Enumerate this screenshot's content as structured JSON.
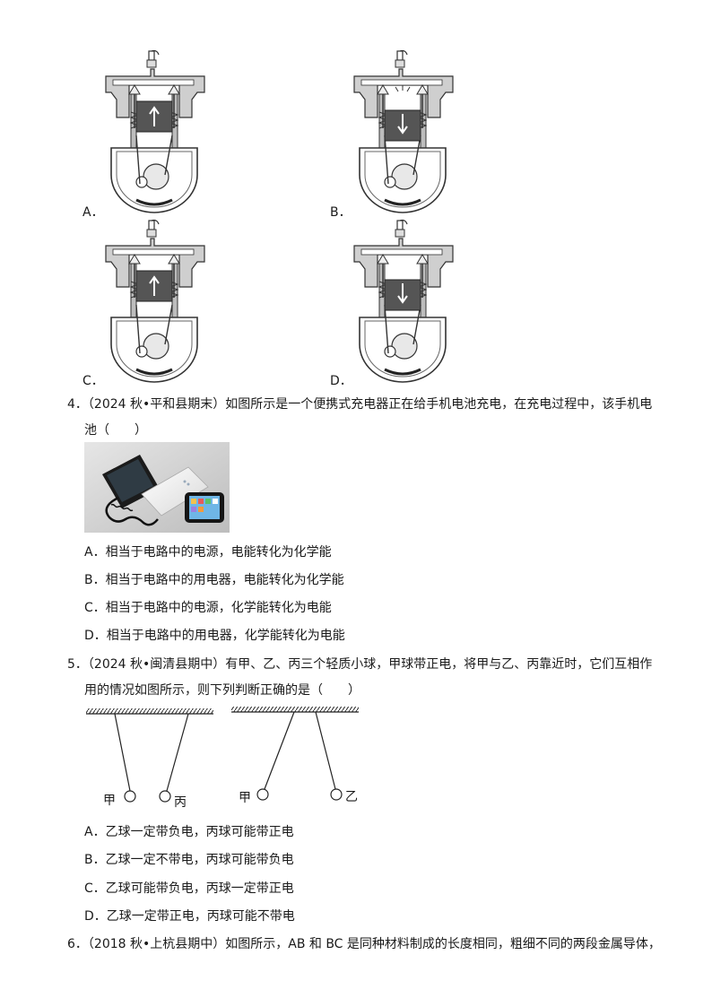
{
  "q3": {
    "options": [
      "A．",
      "B．",
      "C．",
      "D．"
    ]
  },
  "q4": {
    "line1": "4．（2024 秋•平和县期末）如图所示是一个便携式充电器正在给手机电池充电，在充电过程中，该手机电",
    "line2": "池（　　）",
    "options": [
      "A．相当于电路中的电源，电能转化为化学能",
      "B．相当于电路中的用电器，电能转化为化学能",
      "C．相当于电路中的电源，化学能转化为电能",
      "D．相当于电路中的用电器，化学能转化为电能"
    ]
  },
  "q5": {
    "line1": "5．（2024 秋•闽清县期中）有甲、乙、丙三个轻质小球，甲球带正电，将甲与乙、丙靠近时，它们互相作",
    "line2": "用的情况如图所示，则下列判断正确的是（　　）",
    "figure": {
      "left_labels": [
        "甲",
        "丙"
      ],
      "right_labels": [
        "甲",
        "乙"
      ]
    },
    "options": [
      "A．乙球一定带负电，丙球可能带正电",
      "B．乙球一定不带电，丙球可能带负电",
      "C．乙球可能带负电，丙球一定带正电",
      "D．乙球一定带正电，丙球可能不带电"
    ]
  },
  "q6": {
    "line1": "6．（2018 秋•上杭县期中）如图所示，AB 和 BC 是同种材料制成的长度相同，粗细不同的两段金属导体，"
  }
}
